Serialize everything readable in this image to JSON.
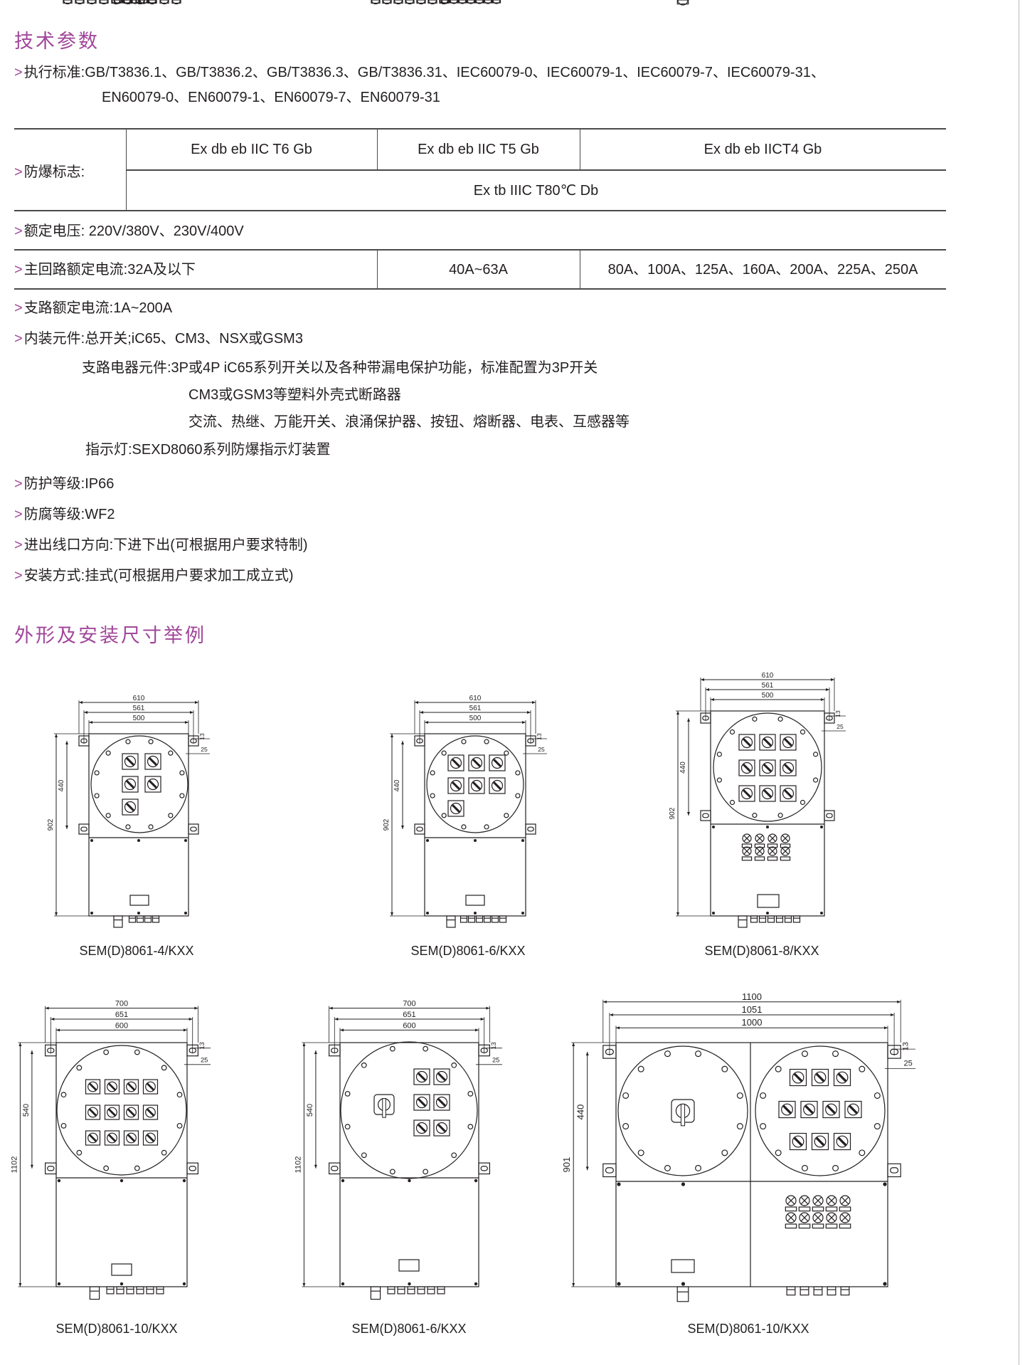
{
  "section1": {
    "title": "技术参数",
    "standards_label": "执行标准:",
    "standards_line1": "GB/T3836.1、GB/T3836.2、GB/T3836.3、GB/T3836.31、IEC60079-0、IEC60079-1、IEC60079-7、IEC60079-31、",
    "standards_line2": "EN60079-0、EN60079-1、EN60079-7、EN60079-31",
    "marking_label": "防爆标志:",
    "marking": [
      "Ex db eb IIC T6 Gb",
      "Ex db eb IIC T5 Gb",
      "Ex db eb IICT4 Gb"
    ],
    "marking_dust": "Ex tb IIIC T80℃ Db",
    "voltage": "额定电压: 220V/380V、230V/400V",
    "main_current": [
      "主回路额定电流:32A及以下",
      "40A~63A",
      "80A、100A、125A、160A、200A、225A、250A"
    ],
    "branch_current": "支路额定电流:1A~200A",
    "components": "内装元件:总开关;iC65、CM3、NSX或GSM3",
    "branch_components": "支路电器元件:3P或4P iC65系列开关以及各种带漏电保护功能，标准配置为3P开关",
    "branch_components_2": "CM3或GSM3等塑料外壳式断路器",
    "branch_components_3": "交流、热继、万能开关、浪涌保护器、按钮、熔断器、电表、互感器等",
    "indicator": "指示灯:SEXD8060系列防爆指示灯装置",
    "protection": "防护等级:IP66",
    "anticorrosion": "防腐等级:WF2",
    "cable_entry": "进出线口方向:下进下出(可根据用户要求特制)",
    "mounting": "安装方式:挂式(可根据用户要求加工成立式)",
    "bullet": ">"
  },
  "section2": {
    "title": "外形及安装尺寸举例",
    "drawings": [
      {
        "caption": "SEM(D)8061-4/KXX",
        "widths": [
          "610",
          "561",
          "500"
        ],
        "right": [
          "13",
          "25"
        ],
        "heights": [
          "902",
          "440"
        ]
      },
      {
        "caption": "SEM(D)8061-6/KXX",
        "widths": [
          "610",
          "561",
          "500"
        ],
        "right": [
          "13",
          "25"
        ],
        "heights": [
          "902",
          "440"
        ]
      },
      {
        "caption": "SEM(D)8061-8/KXX",
        "widths": [
          "610",
          "561",
          "500"
        ],
        "right": [
          "13",
          "25"
        ],
        "heights": [
          "902",
          "440"
        ]
      },
      {
        "caption": "SEM(D)8061-10/KXX",
        "widths": [
          "700",
          "651",
          "600"
        ],
        "right": [
          "13",
          "25"
        ],
        "heights": [
          "1102",
          "540"
        ]
      },
      {
        "caption": "SEM(D)8061-6/KXX",
        "widths": [
          "700",
          "651",
          "600"
        ],
        "right": [
          "13",
          "25"
        ],
        "heights": [
          "1102",
          "540"
        ]
      },
      {
        "caption": "SEM(D)8061-10/KXX",
        "widths": [
          "1100",
          "1051",
          "1000"
        ],
        "right": [
          "13",
          "25"
        ],
        "heights": [
          "901",
          "440"
        ]
      }
    ]
  }
}
